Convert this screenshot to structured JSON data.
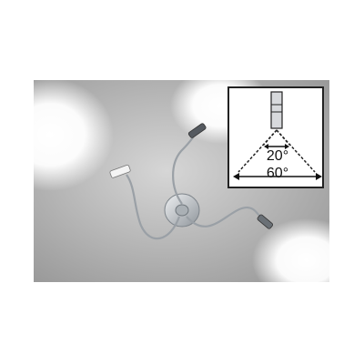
{
  "image": {
    "subject": "flexible-arm-wall-light",
    "background_color": "#bcbcbc",
    "metal_color": "#c9cdd2"
  },
  "beam_diagram": {
    "narrow_angle": "20°",
    "wide_angle": "60°"
  }
}
